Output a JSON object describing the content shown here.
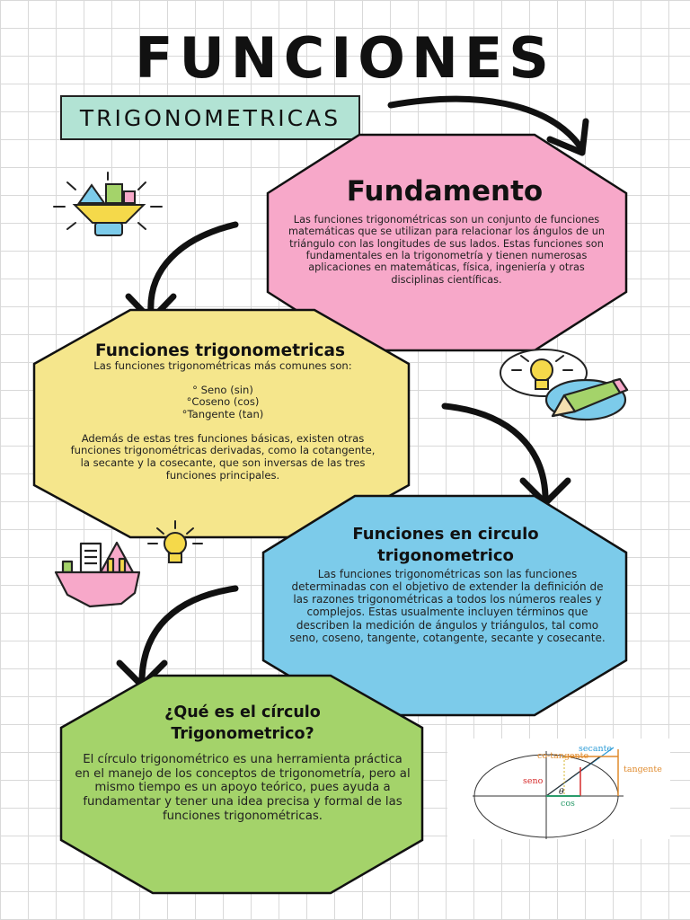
{
  "header": {
    "title": "FUNCIONES",
    "subtitle": "TRIGONOMETRICAS"
  },
  "sections": {
    "fundamento": {
      "title": "Fundamento",
      "body": "Las funciones trigonométricas son un conjunto de funciones matemáticas que se utilizan para relacionar los ángulos de un triángulo con las longitudes de sus lados. Estas funciones son fundamentales en la trigonometría y tienen numerosas aplicaciones en matemáticas, física, ingeniería y otras disciplinas científicas."
    },
    "funciones_trigonometricas": {
      "title": "Funciones trigonometricas",
      "intro": "Las funciones trigonométricas más comunes son:",
      "list": [
        "° Seno (sin)",
        "°Coseno (cos)",
        "°Tangente (tan)"
      ],
      "body": "Además de estas tres funciones básicas, existen otras funciones trigonométricas derivadas, como la cotangente, la secante y la cosecante, que son inversas de las tres funciones principales."
    },
    "funciones_circulo": {
      "title_line1": "Funciones en circulo",
      "title_line2": "trigonometrico",
      "body": "Las funciones trigonométricas son las funciones determinadas con el objetivo de extender la definición de las razones trigonométricas a todos los números reales y complejos. Estas usualmente incluyen términos que describen la medición de ángulos y triángulos, tal como seno, coseno, tangente, cotangente, secante y cosecante."
    },
    "que_es_circulo": {
      "title_line1": "¿Qué es el círculo",
      "title_line2": "Trigonometrico?",
      "body": "El círculo trigonométrico es una herramienta práctica en el manejo de los conceptos de trigonometría, pero al mismo tiempo es un apoyo teórico, pues ayuda a fundamentar y tener una idea precisa y formal de las funciones trigonométricas."
    }
  },
  "diagram": {
    "secante": "secante",
    "cotangente": "co-tangente",
    "tangente": "tangente",
    "seno": "seno",
    "cos": "cos",
    "theta": "θ"
  },
  "icons": [
    "lightbulb-pencil-icon",
    "lightbulb-icon",
    "pencil-icon",
    "stationery-cup-icon"
  ],
  "colors": {
    "pink": "#f7a8c9",
    "yellow": "#f5e68c",
    "blue": "#7ccbea",
    "green": "#a4d36a",
    "mint": "#b2e3d4"
  }
}
